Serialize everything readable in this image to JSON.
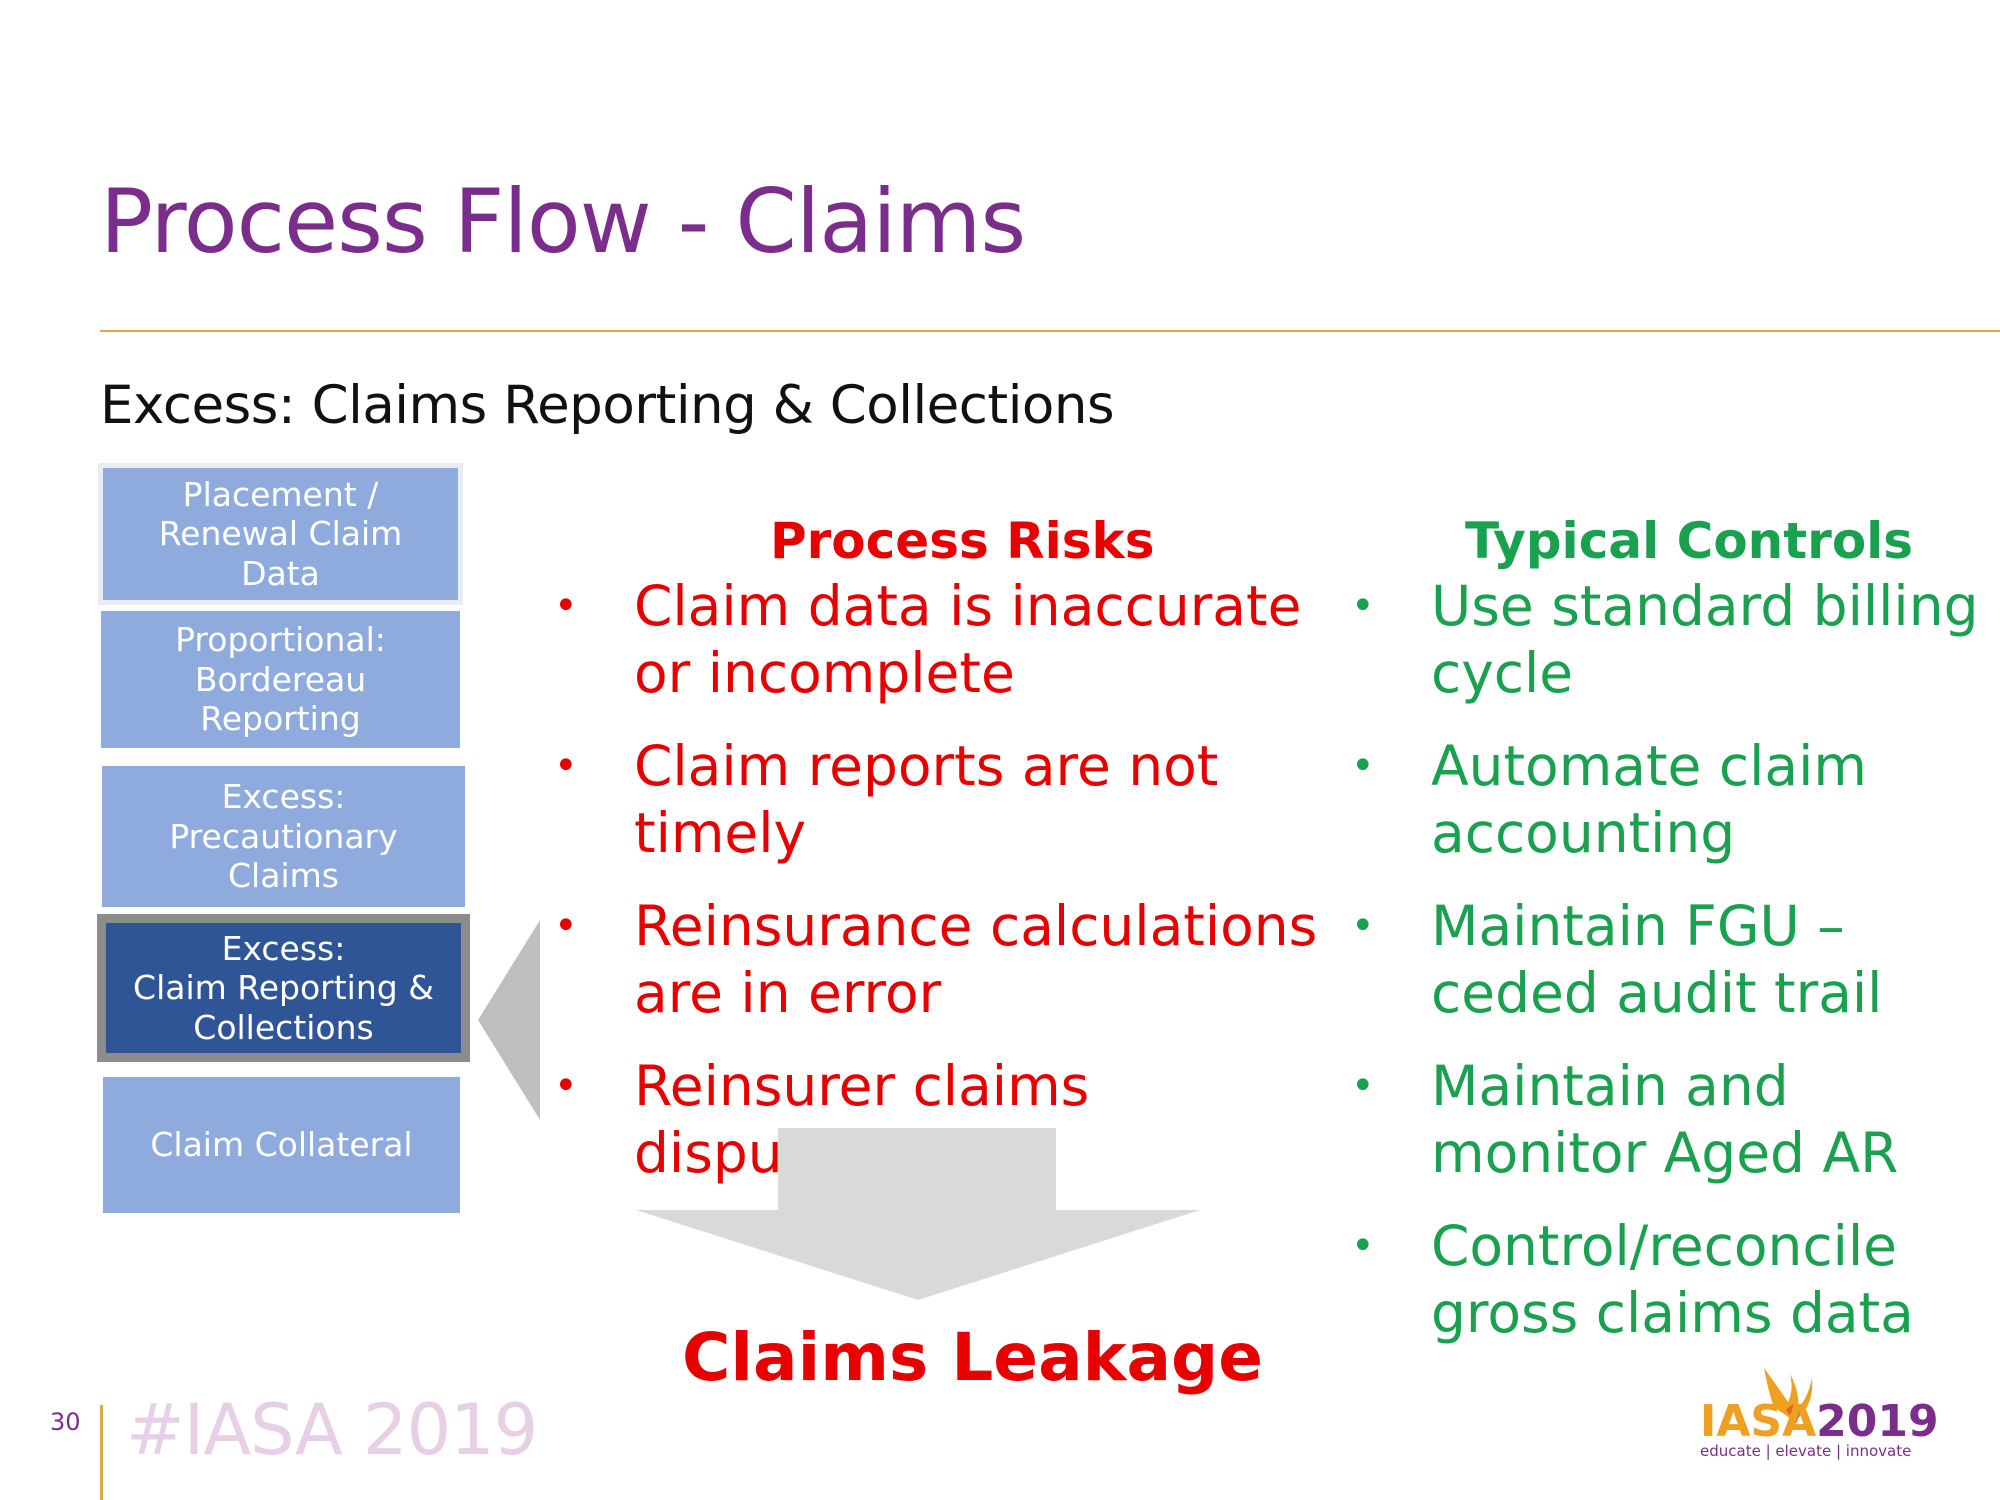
{
  "slide": {
    "title": "Process Flow - Claims",
    "subtitle": "Excess: Claims Reporting & Collections",
    "page_number": "30",
    "hashtag": "#IASA 2019"
  },
  "flow": {
    "steps": [
      "Placement /\nRenewal Claim\nData",
      "Proportional:\nBordereau\nReporting",
      "Excess:\nPrecautionary\nClaims",
      "Excess:\nClaim Reporting &\nCollections",
      "Claim Collateral"
    ],
    "active_step": 3
  },
  "risks": {
    "header": "Process Risks",
    "items": [
      "Claim data is inaccurate or incomplete",
      "Claim reports are not timely",
      "Reinsurance calculations are in error",
      "Reinsurer claims disputes"
    ],
    "outcome": "Claims Leakage"
  },
  "controls": {
    "header": "Typical Controls",
    "items": [
      "Use standard billing cycle",
      "Automate claim accounting",
      "Maintain FGU – ceded audit trail",
      "Maintain and monitor Aged AR",
      "Control/reconcile gross claims data"
    ]
  },
  "logo": {
    "name_part1": "IASA",
    "name_part2": "2019",
    "tagline": "educate | elevate | innovate"
  },
  "colors": {
    "title": "#7b2d8b",
    "risk": "#e60000",
    "control": "#1aa150",
    "step_fill": "#8faadc",
    "step_active_fill": "#2f5597",
    "rule": "#e0a84a",
    "arrow": "#d9d9d9",
    "logo_orange": "#f0a020"
  },
  "icons": {
    "bullet": "•",
    "logo_bird": "phoenix-icon"
  }
}
